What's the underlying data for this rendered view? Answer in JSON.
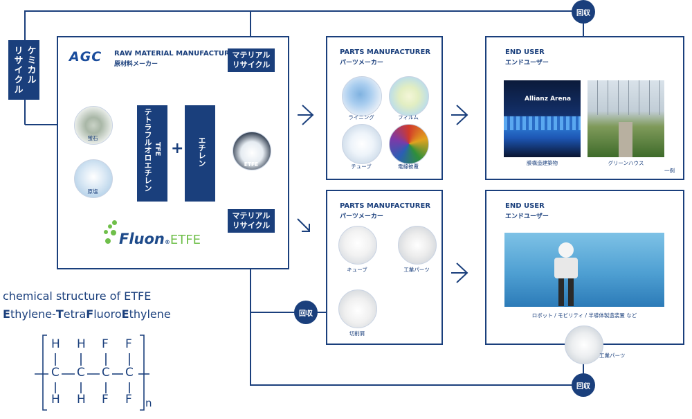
{
  "chemical_recycle": "ケミカル\nリサイクル",
  "brand": "AGC",
  "raw_material": {
    "title_en": "RAW MATERIAL MANUFACTURER",
    "title_jp": "原材料メーカー"
  },
  "material_recycle_top": "マテリアル\nリサイクル",
  "material_recycle_bottom": "マテリアル\nリサイクル",
  "fluorite": "蛍石",
  "rock_salt": "原塩",
  "tfe": "テトラフルオロエチレン",
  "tfe_abbr": "TFE",
  "ethylene": "エチレン",
  "plus": "+",
  "etfe": "ETFE",
  "fluon": {
    "name": "Fluon",
    "reg": "®",
    "suffix": "ETFE"
  },
  "parts_top": {
    "title_en": "PARTS MANUFACTURER",
    "title_jp": "パーツメーカー",
    "items": [
      "ライニング",
      "フィルム",
      "チューブ",
      "電線被覆"
    ]
  },
  "parts_bottom": {
    "title_en": "PARTS MANUFACTURER",
    "title_jp": "パーツメーカー",
    "items": [
      "キューブ",
      "工業パーツ",
      "切削屑"
    ]
  },
  "end_top": {
    "title_en": "END USER",
    "title_jp": "エンドユーザー",
    "stadium_sign": "Allianz Arena",
    "items": [
      "膜構造建築物",
      "グリーンハウス"
    ],
    "note": "一例"
  },
  "end_bottom": {
    "title_en": "END USER",
    "title_jp": "エンドユーザー",
    "caption": "ロボット / モビリティ / 半導体製造装置 など",
    "part": "工業パーツ"
  },
  "recovery": "回収",
  "structure": {
    "heading": "chemical structure of ETFE",
    "name_parts": [
      {
        "t": "E",
        "b": true
      },
      {
        "t": "thylene-",
        "b": false
      },
      {
        "t": "T",
        "b": true
      },
      {
        "t": "etra",
        "b": false
      },
      {
        "t": "F",
        "b": true
      },
      {
        "t": "luoro",
        "b": false
      },
      {
        "t": "E",
        "b": true
      },
      {
        "t": "thylene",
        "b": false
      }
    ],
    "top_atoms": [
      "H",
      "H",
      "F",
      "F"
    ],
    "mid_atoms": [
      "C",
      "C",
      "C",
      "C"
    ],
    "bottom_atoms": [
      "H",
      "H",
      "F",
      "F"
    ],
    "subscript": "n"
  },
  "colors": {
    "navy": "#1a3f7c"
  }
}
